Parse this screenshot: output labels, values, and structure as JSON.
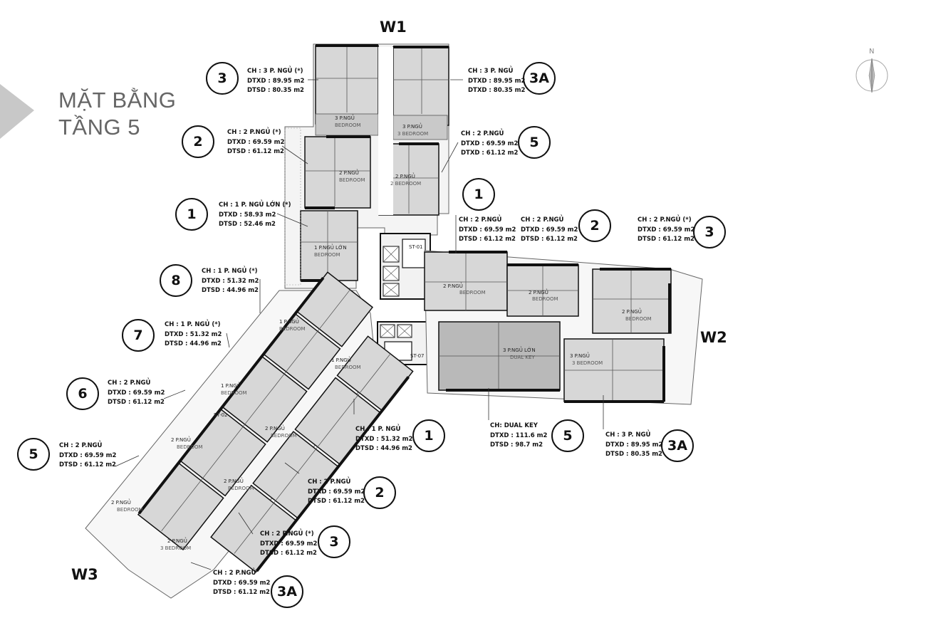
{
  "title": {
    "line1": "MẶT BẰNG",
    "line2": "TẦNG 5"
  },
  "north": "N",
  "wings": {
    "w1": "W1",
    "w2": "W2",
    "w3": "W3"
  },
  "stairs": {
    "st01": "ST-01",
    "st07": "ST-07",
    "st02": "ST-02"
  },
  "room_labels": {
    "r3pn": "3 P.NGỦ",
    "r2pn": "2 P.NGỦ",
    "r1pn": "1 P.NGỦ",
    "r1pnl": "1 P.NGỦ LỚN",
    "r3pnl": "3 P.NGỦ LỚN",
    "bedroom": "BEDROOM",
    "bedroom3": "3 BEDROOM",
    "bedroom2": "2 BEDROOM",
    "dualkey": "DUAL KEY"
  },
  "units": [
    {
      "id": "w1-3",
      "badge": "3",
      "ch": "CH : 3 P. NGỦ (*)",
      "dtxd": "DTXD : 89.95 m2",
      "dtsd": "DTSD : 80.35 m2"
    },
    {
      "id": "w1-3a",
      "badge": "3A",
      "ch": "CH : 3 P. NGỦ",
      "dtxd": "DTXD : 89.95 m2",
      "dtsd": "DTXD : 80.35 m2"
    },
    {
      "id": "w1-2",
      "badge": "2",
      "ch": "CH : 2 P.NGỦ (*)",
      "dtxd": "DTXD : 69.59 m2",
      "dtsd": "DTSD : 61.12 m2"
    },
    {
      "id": "w1-5",
      "badge": "5",
      "ch": "CH : 2 P.NGỦ",
      "dtxd": "DTXD : 69.59 m2",
      "dtsd": "DTXD : 61.12 m2"
    },
    {
      "id": "w1-1",
      "badge": "1",
      "ch": "CH : 1 P. NGỦ LỚN (*)",
      "dtxd": "DTXD : 58.93 m2",
      "dtsd": "DTSD : 52.46 m2"
    },
    {
      "id": "w2-1",
      "badge": "1",
      "ch": "CH : 2 P.NGỦ",
      "dtxd": "DTXD : 69.59 m2",
      "dtsd": "DTSD : 61.12 m2"
    },
    {
      "id": "w2-2",
      "badge": "2",
      "ch": "CH : 2 P.NGỦ",
      "dtxd": "DTXD : 69.59 m2",
      "dtsd": "DTSD : 61.12 m2"
    },
    {
      "id": "w2-3",
      "badge": "3",
      "ch": "CH : 2 P.NGỦ (*)",
      "dtxd": "DTXD : 69.59 m2",
      "dtsd": "DTSD : 61.12 m2"
    },
    {
      "id": "w3-8",
      "badge": "8",
      "ch": "CH : 1 P. NGỦ (*)",
      "dtxd": "DTXD : 51.32 m2",
      "dtsd": "DTSD : 44.96 m2"
    },
    {
      "id": "w3-7",
      "badge": "7",
      "ch": "CH : 1 P. NGỦ (*)",
      "dtxd": "DTXD : 51.32 m2",
      "dtsd": "DTSD : 44.96 m2"
    },
    {
      "id": "w3-6",
      "badge": "6",
      "ch": "CH : 2 P.NGỦ",
      "dtxd": "DTXD : 69.59 m2",
      "dtsd": "DTSD : 61.12 m2"
    },
    {
      "id": "w3-5",
      "badge": "5",
      "ch": "CH : 2 P.NGỦ",
      "dtxd": "DTXD : 69.59 m2",
      "dtsd": "DTSD : 61.12 m2"
    },
    {
      "id": "w3-1",
      "badge": "1",
      "ch": "CH : 1 P. NGỦ",
      "dtxd": "DTXD : 51.32 m2",
      "dtsd": "DTSD : 44.96 m2"
    },
    {
      "id": "w3-2",
      "badge": "2",
      "ch": "CH : 2 P.NGỦ",
      "dtxd": "DTXD : 69.59 m2",
      "dtsd": "DTSD : 61.12 m2"
    },
    {
      "id": "w3-3",
      "badge": "3",
      "ch": "CH : 2 P.NGỦ (*)",
      "dtxd": "DTXD : 69.59 m2",
      "dtsd": "DTSD : 61.12 m2"
    },
    {
      "id": "w3-3a",
      "badge": "3A",
      "ch": "CH : 2 P.NGỦ",
      "dtxd": "DTXD : 69.59 m2",
      "dtsd": "DTSD : 61.12 m2"
    },
    {
      "id": "w2-5",
      "badge": "5",
      "ch": "CH: DUAL KEY",
      "dtxd": "DTXD : 111.6 m2",
      "dtsd": "DTSD : 98.7 m2"
    },
    {
      "id": "w2-3a",
      "badge": "3A",
      "ch": "CH : 3 P. NGỦ",
      "dtxd": "DTXD : 89.95 m2",
      "dtsd": "DTSD : 80.35 m2"
    }
  ],
  "colors": {
    "wall": "#111111",
    "unit_fill": "#d9d9d9",
    "unit_fill_dark": "#b5b5b5",
    "title": "#666666",
    "arrow": "#c8c8c8"
  }
}
